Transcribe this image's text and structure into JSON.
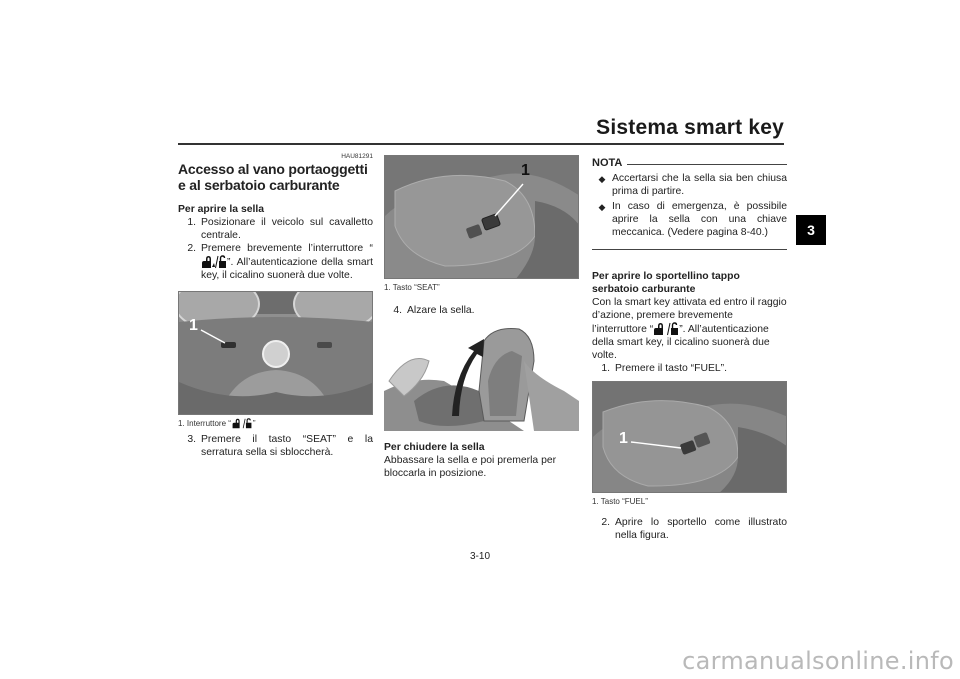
{
  "header": {
    "title": "Sistema smart key",
    "chapter_tab": "3"
  },
  "col1": {
    "code": "HAU81291",
    "section_title": "Accesso al vano portaoggetti e al serbatoio carburante",
    "open_seat_title": "Per aprire la sella",
    "step1": {
      "n": "1.",
      "text": "Posizionare il veicolo sul cavalletto centrale."
    },
    "step2": {
      "n": "2.",
      "pre": "Premere brevemente l’interruttore “",
      "post": "”. All’autenticazione della smart key, il cicalino suonerà due volte."
    },
    "photo_callout": "1",
    "caption_pre": "1. Interruttore “",
    "caption_post": "”",
    "step3": {
      "n": "3.",
      "text": "Premere il tasto “SEAT” e la serratura sella si sbloccherà."
    }
  },
  "col2": {
    "photo_callout": "1",
    "caption": "1. Tasto “SEAT”",
    "step4": {
      "n": "4.",
      "text": "Alzare la sella."
    },
    "close_seat_title": "Per chiudere la sella",
    "close_seat_text": "Abbassare la sella e poi premerla per bloccarla in posizione."
  },
  "col3": {
    "nota_label": "NOTA",
    "nota_items": [
      "Accertarsi che la sella sia ben chiusa prima di partire.",
      "In caso di emergenza, è possibile aprire la sella con una chiave meccanica. (Vedere pagina 8-40.)"
    ],
    "fuel_title": "Per aprire lo sportellino tappo serbatoio carburante",
    "fuel_text_pre": "Con la smart key attivata ed entro il raggio d’azione, premere brevemente l’interruttore “",
    "fuel_text_post": "”. All’autenticazione della smart key, il cicalino suonerà due volte.",
    "step1": {
      "n": "1.",
      "text": "Premere il tasto “FUEL”."
    },
    "photo_callout": "1",
    "caption": "1. Tasto “FUEL”",
    "step2": {
      "n": "2.",
      "text": "Aprire lo sportello come illustrato nella figura."
    }
  },
  "footer": {
    "page_number": "3-10",
    "watermark": "carmanualsonline.info"
  }
}
